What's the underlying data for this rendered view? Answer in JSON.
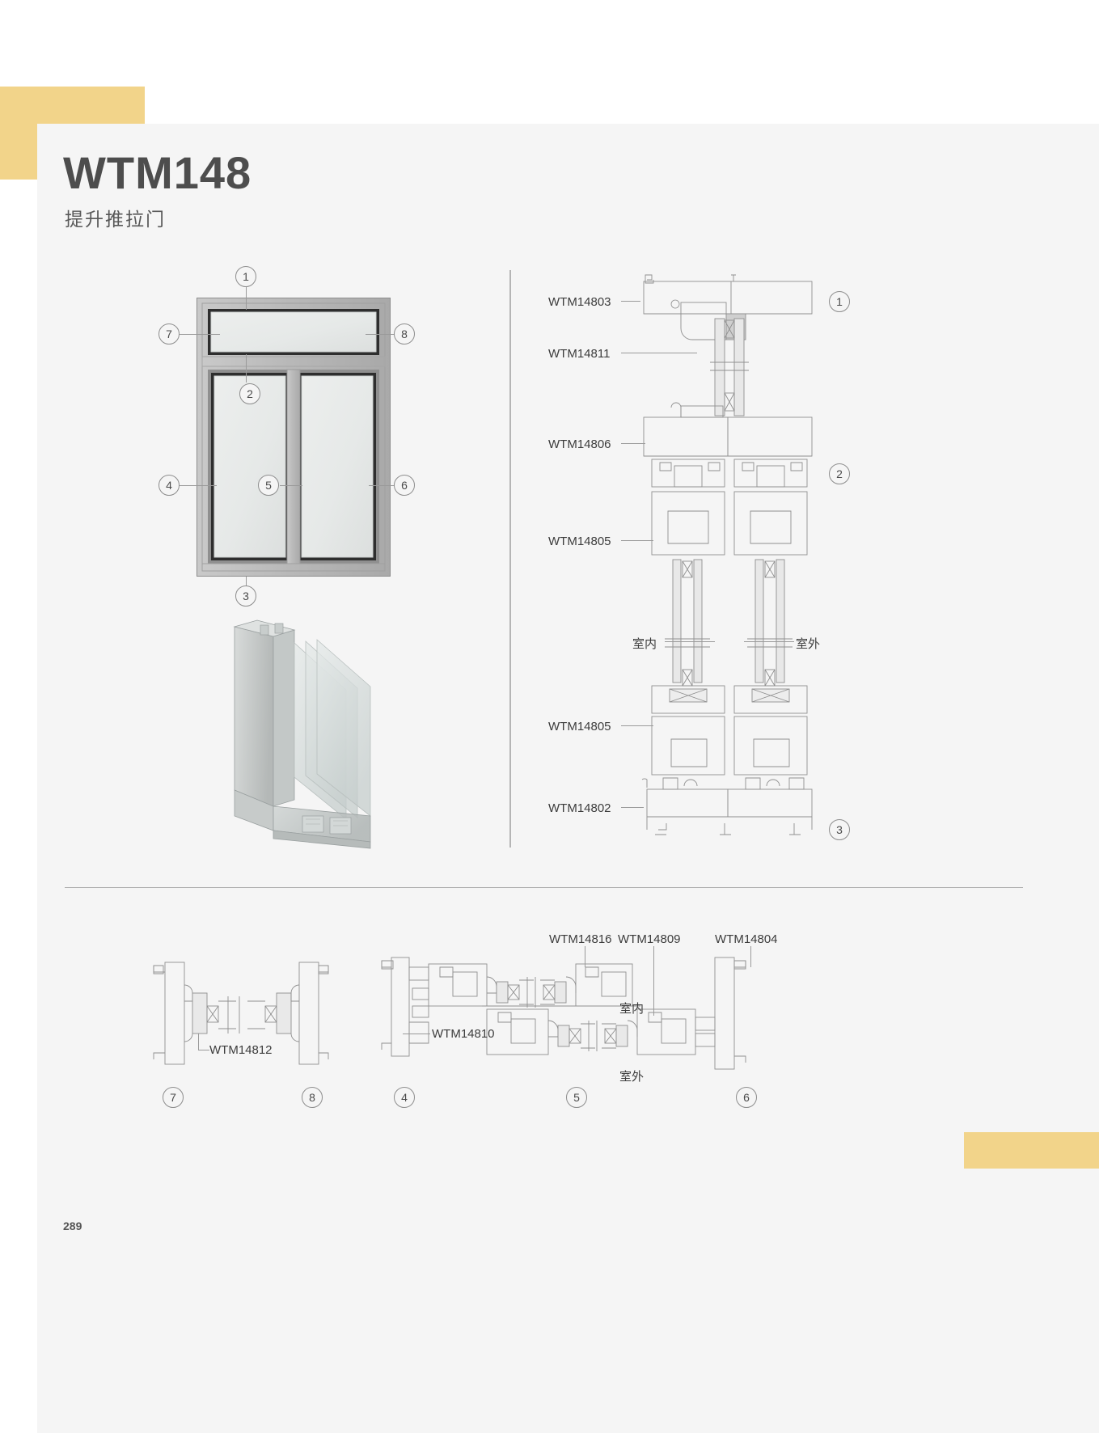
{
  "page": {
    "title": "WTM148",
    "subtitle": "提升推拉门",
    "page_number": "289",
    "accent_color": "#f2d48a",
    "background_color": "#f5f5f5"
  },
  "elevation": {
    "name": "door-elevation-diagram",
    "callouts": [
      {
        "id": "1",
        "label": "1"
      },
      {
        "id": "7",
        "label": "7"
      },
      {
        "id": "8",
        "label": "8"
      },
      {
        "id": "2",
        "label": "2"
      },
      {
        "id": "4",
        "label": "4"
      },
      {
        "id": "5",
        "label": "5"
      },
      {
        "id": "6",
        "label": "6"
      },
      {
        "id": "3",
        "label": "3"
      }
    ]
  },
  "corner_view": {
    "name": "3d-corner-section-view"
  },
  "vertical_section": {
    "name": "vertical-section-diagram",
    "labels": [
      {
        "code": "WTM14803"
      },
      {
        "code": "WTM14811"
      },
      {
        "code": "WTM14806"
      },
      {
        "code": "WTM14805"
      },
      {
        "code": "WTM14805"
      },
      {
        "code": "WTM14802"
      }
    ],
    "indoor": "室内",
    "outdoor": "室外",
    "callouts": [
      {
        "label": "1"
      },
      {
        "label": "2"
      },
      {
        "label": "3"
      }
    ]
  },
  "horizontal_sections": {
    "name": "horizontal-section-details",
    "left_detail": {
      "label": "WTM14812",
      "callouts": [
        {
          "label": "7"
        },
        {
          "label": "8"
        }
      ]
    },
    "right_detail": {
      "labels": [
        {
          "code": "WTM14816"
        },
        {
          "code": "WTM14809"
        },
        {
          "code": "WTM14804"
        },
        {
          "code": "WTM14810"
        }
      ],
      "indoor": "室内",
      "outdoor": "室外",
      "callouts": [
        {
          "label": "4"
        },
        {
          "label": "5"
        },
        {
          "label": "6"
        }
      ]
    }
  }
}
